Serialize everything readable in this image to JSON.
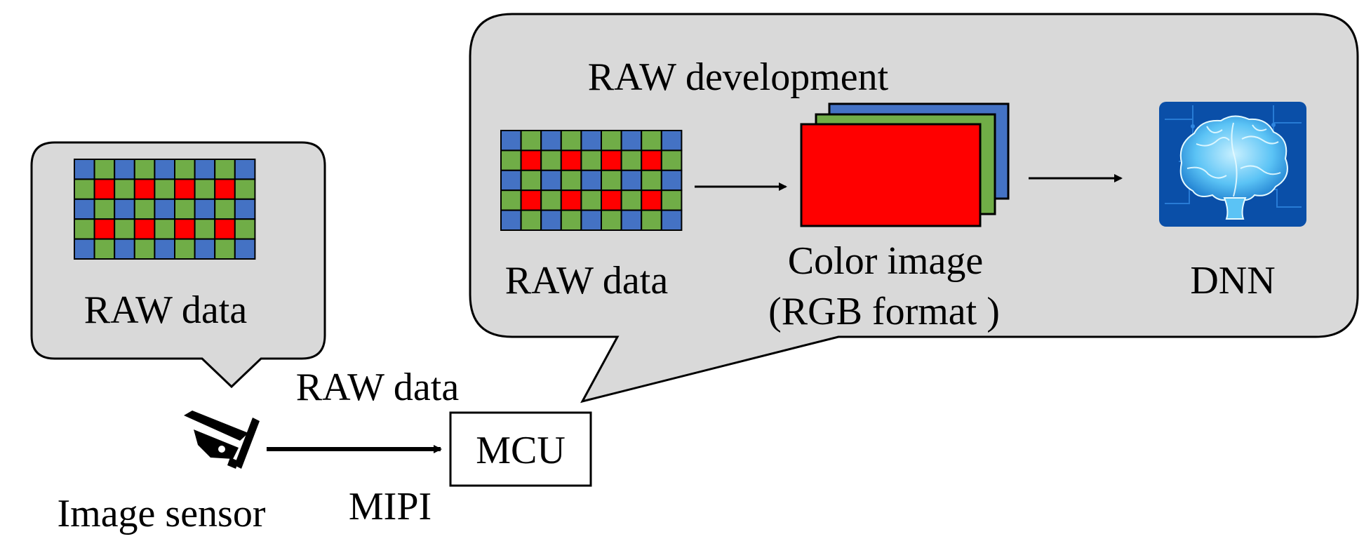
{
  "left_bubble": {
    "label": "RAW data"
  },
  "right_bubble": {
    "title": "RAW development",
    "raw_label": "RAW data",
    "color_label_line1": "Color image",
    "color_label_line2": "(RGB format )",
    "dnn_label": "DNN"
  },
  "sensor": {
    "label": "Image sensor",
    "icon": "security-camera-icon"
  },
  "link": {
    "top_label": "RAW data",
    "bottom_label": "MIPI"
  },
  "mcu": {
    "label": "MCU"
  },
  "colors": {
    "bubble_fill": "#d9d9d9",
    "bayer_blue": "#4472c4",
    "bayer_green": "#70ad47",
    "bayer_red": "#ff0000",
    "rgb_red": "#ff0000",
    "rgb_green": "#70ad47",
    "rgb_blue": "#4472c4",
    "dnn_bg": "#0a4fa8"
  }
}
